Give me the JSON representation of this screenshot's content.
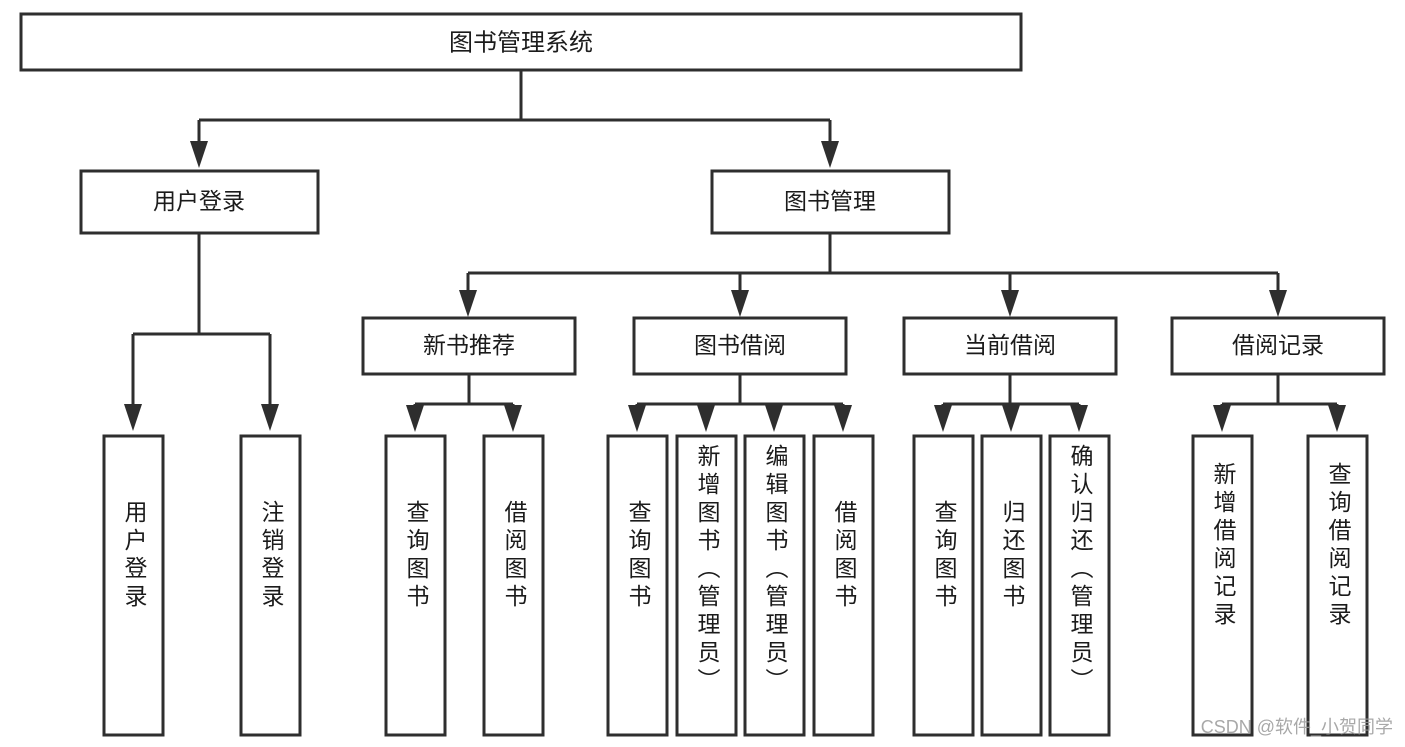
{
  "diagram": {
    "type": "tree",
    "title": "图书管理系统",
    "watermark": "CSDN @软件_小贺同学",
    "colors": {
      "stroke": "#2e2e2e",
      "fill": "#ffffff",
      "text": "#1b1b1b",
      "watermark": "#9a9a9a"
    },
    "root": {
      "label": "图书管理系统"
    },
    "level1": [
      {
        "label": "用户登录"
      },
      {
        "label": "图书管理"
      }
    ],
    "level2": [
      {
        "label": "新书推荐"
      },
      {
        "label": "图书借阅"
      },
      {
        "label": "当前借阅"
      },
      {
        "label": "借阅记录"
      }
    ],
    "leaves": {
      "user_login": [
        {
          "label": "用户登录"
        },
        {
          "label": "注销登录"
        }
      ],
      "new_book": [
        {
          "label": "查询图书"
        },
        {
          "label": "借阅图书"
        }
      ],
      "book_borrow": [
        {
          "label": "查询图书"
        },
        {
          "label": "新增图书（管理员）"
        },
        {
          "label": "编辑图书（管理员）"
        },
        {
          "label": "借阅图书"
        }
      ],
      "current_borrow": [
        {
          "label": "查询图书"
        },
        {
          "label": "归还图书"
        },
        {
          "label": "确认归还（管理员）"
        }
      ],
      "borrow_record": [
        {
          "label": "新增借阅记录"
        },
        {
          "label": "查询借阅记录"
        }
      ]
    }
  }
}
